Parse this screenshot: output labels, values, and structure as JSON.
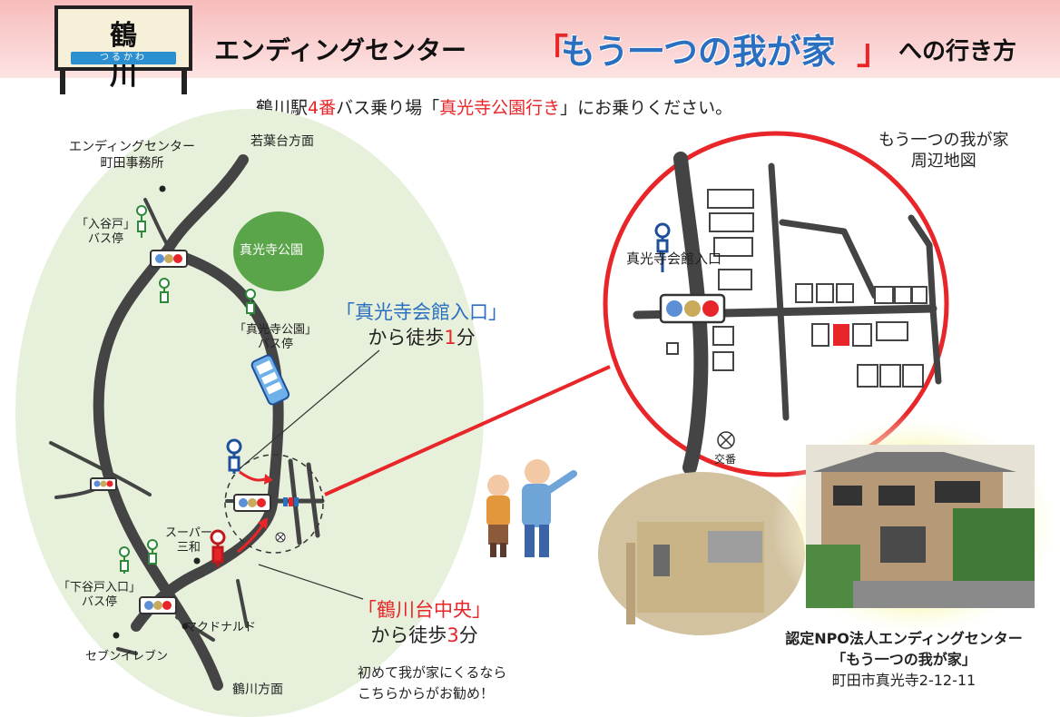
{
  "sign": {
    "station_name": "鶴 川",
    "station_kana": "つるかわ"
  },
  "title": {
    "lead": "エンディングセンター",
    "bracket_open": "「",
    "home_name": "もう一つの我が家",
    "bracket_close": "」",
    "tail": "への行き方"
  },
  "instruction": {
    "part1": "鶴川駅",
    "num": "4番",
    "part2": "バス乗り場「",
    "dest": "真光寺公園行き",
    "part3": "」にお乗りください。"
  },
  "left_map": {
    "office_label_1": "エンディングセンター",
    "office_label_2": "町田事務所",
    "wakabadai": "若葉台方面",
    "iriyato_1": "「入谷戸」",
    "iriyato_2": "バス停",
    "park": "真光寺公園",
    "park_stop_1": "「真光寺公園」",
    "park_stop_2": "バス停",
    "super_1": "スーパー",
    "super_2": "三和",
    "shimo_1": "「下谷戸入口」",
    "shimo_2": "バス停",
    "mcd": "マクドナルド",
    "seven": "セブンイレブン",
    "tsurukawa_dir": "鶴川方面"
  },
  "callout_kaikan": {
    "name": "「真光寺会館入口」",
    "walk_pre": "から徒歩",
    "walk_num": "1",
    "walk_post": "分"
  },
  "callout_chuo": {
    "name": "「鶴川台中央」",
    "walk_pre": "から徒歩",
    "walk_num": "3",
    "walk_post": "分",
    "note_1": "初めて我が家にくるなら",
    "note_2": "こちらからがお勧め！"
  },
  "zoom_map": {
    "title_1": "もう一つの我が家",
    "title_2": "周辺地図",
    "bus_stop": "真光寺会館入口",
    "police": "交番"
  },
  "npo": {
    "line1": "認定NPO法人エンディングセンター",
    "line2": "「もう一つの我が家」",
    "address": "町田市真光寺2-12-11"
  },
  "colors": {
    "accent_red": "#e8262a",
    "accent_blue": "#2a6fc0",
    "road": "#444444",
    "map_green": "#e6f0da",
    "park_green": "#5aa54a"
  }
}
